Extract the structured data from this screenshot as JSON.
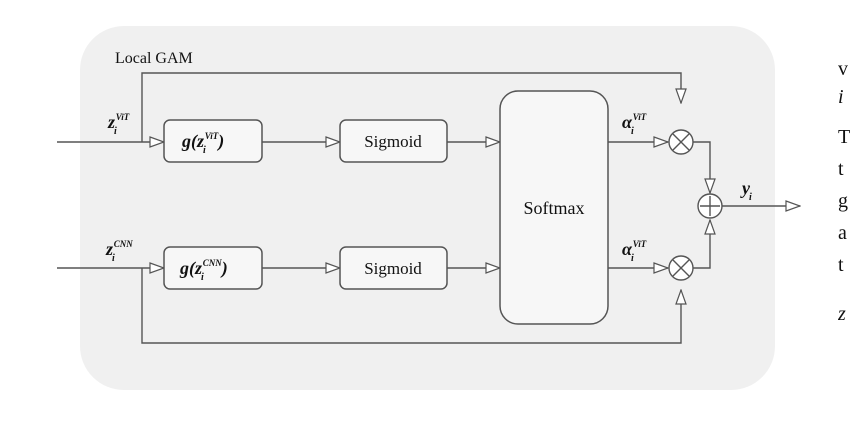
{
  "diagram": {
    "title": "Local GAM",
    "nodes": {
      "g_top_label": "g(z",
      "g_top_sup": "ViT",
      "g_top_close": ")",
      "g_bottom_label": "g(z",
      "g_bottom_sup": "CNN",
      "g_bottom_close": ")",
      "sigmoid_top": "Sigmoid",
      "sigmoid_bottom": "Sigmoid",
      "softmax": "Softmax"
    },
    "inputs": {
      "z_vit_base": "z",
      "z_vit_sub": "i",
      "z_vit_sup": "ViT",
      "z_cnn_base": "z",
      "z_cnn_sub": "i",
      "z_cnn_sup": "CNN"
    },
    "weights": {
      "alpha_top_base": "α",
      "alpha_top_sub": "i",
      "alpha_top_sup": "ViT",
      "alpha_bottom_base": "α",
      "alpha_bottom_sub": "i",
      "alpha_bottom_sup": "ViT"
    },
    "output": {
      "y_base": "y",
      "y_sub": "i"
    }
  },
  "right_edge_text": [
    "v",
    "i",
    "T",
    "t",
    "g",
    "a",
    "t",
    "z"
  ]
}
